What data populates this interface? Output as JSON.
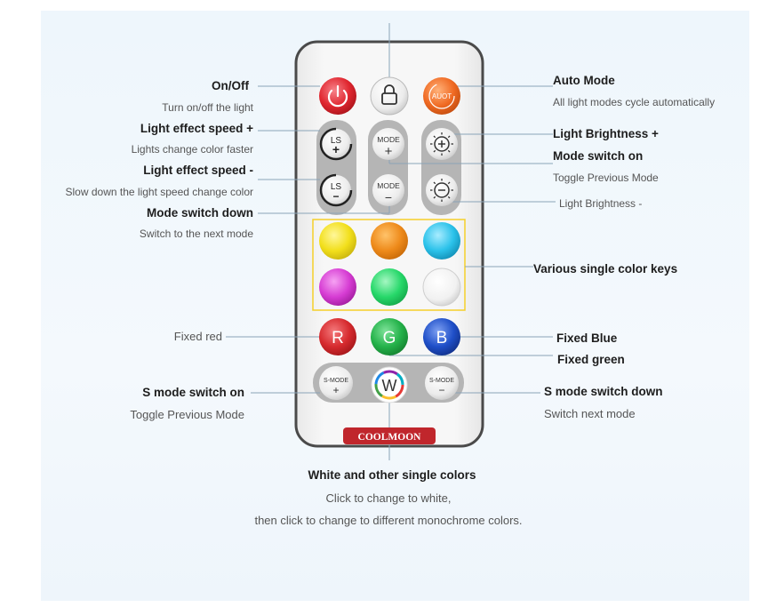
{
  "remote": {
    "brand": "COOLMOON",
    "keys": {
      "power_icon": "power-icon",
      "lock_icon": "lock-icon",
      "auto": "AUOT",
      "ls": "LS",
      "mode": "MODE",
      "plus": "+",
      "minus": "−",
      "red": "R",
      "green": "G",
      "blue": "B",
      "white": "W",
      "smode": "S-MODE"
    },
    "colors": {
      "power": "#e0262f",
      "lock": "#e9e9e9",
      "auto": "#f06a23",
      "yellow": "#f4e21a",
      "orange": "#ee8a1a",
      "cyan": "#2bc2ea",
      "magenta": "#d63cd3",
      "green_key": "#27d86a",
      "white_key": "#f4f4f4",
      "R": "#d62a2e",
      "G": "#24b24a",
      "B": "#1f4fc8",
      "highlight_box": "#f5cf2a"
    }
  },
  "labels": {
    "onoff": {
      "title": "On/Off",
      "desc": "Turn on/off the light"
    },
    "speed_up": {
      "title": "Light effect speed +",
      "desc": "Lights change color faster"
    },
    "speed_down": {
      "title": "Light effect speed -",
      "desc": "Slow down the light speed change color"
    },
    "mode_down": {
      "title": "Mode switch down",
      "desc": "Switch to the next mode"
    },
    "fixed_red": {
      "desc": "Fixed red"
    },
    "smode_on": {
      "title": "S mode switch on",
      "desc": "Toggle Previous Mode"
    },
    "auto_mode": {
      "title": "Auto Mode",
      "desc": "All light modes cycle automatically"
    },
    "bright_up": {
      "title": "Light Brightness +"
    },
    "mode_on": {
      "title": "Mode switch on",
      "desc": "Toggle Previous Mode"
    },
    "bright_down": {
      "desc": "Light Brightness -"
    },
    "color_keys": {
      "title": "Various single color keys"
    },
    "fixed_blue": {
      "title": "Fixed Blue"
    },
    "fixed_green": {
      "title": "Fixed green"
    },
    "smode_down": {
      "title": "S mode switch down",
      "desc": "Switch next mode"
    },
    "white": {
      "title": "White and other single colors",
      "desc1": "Click to change to white,",
      "desc2": "then click to change to different monochrome colors."
    }
  }
}
